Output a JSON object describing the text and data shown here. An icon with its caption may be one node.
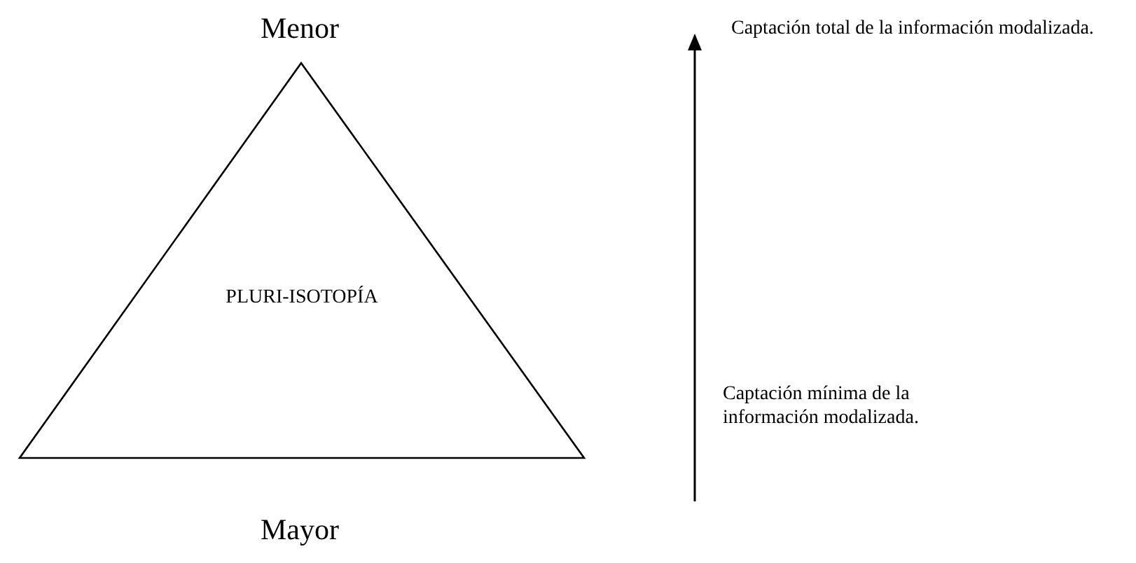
{
  "diagram": {
    "nodes": [
      {
        "text": [
          "PLURI-ISOTOPÍA"
        ],
        "beside": [
          "Menor",
          "Mayor"
        ]
      }
    ],
    "labels": [
      "Captación total de la información modalizada.",
      "Captación mínima de la información modalizada."
    ]
  }
}
